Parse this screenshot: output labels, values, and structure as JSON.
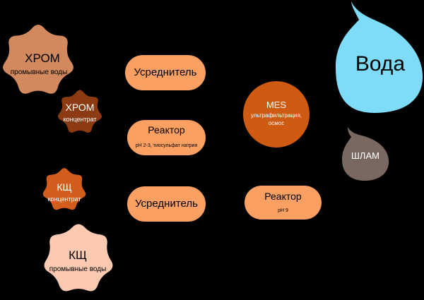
{
  "colors": {
    "background": "#000000",
    "chrome_rinse": "#d2895e",
    "chrome_concentrate": "#8c3a12",
    "kshch_concentrate": "#d35d1c",
    "kshch_rinse": "#fccab0",
    "pill": "#fba063",
    "mes": "#cf5a12",
    "water": "#7fdcf8",
    "sludge": "#786860"
  },
  "nodes": {
    "chrome_rinse": {
      "title": "ХРОМ",
      "subtitle": "промывные воды"
    },
    "chrome_concentrate": {
      "title": "ХРОМ",
      "subtitle": "концентрат"
    },
    "kshch_concentrate": {
      "title": "КЩ",
      "subtitle": "концентрат"
    },
    "kshch_rinse": {
      "title": "КЩ",
      "subtitle": "промывные воды"
    },
    "averager_top": {
      "title": "Усреднитель"
    },
    "reactor_chrome": {
      "title": "Реактор",
      "subtitle": "pH 2-3, тиосульфат натрия"
    },
    "averager_bottom": {
      "title": "Усреднитель"
    },
    "mes": {
      "title": "MES",
      "subtitle_line1": "ультрафильтрация,",
      "subtitle_line2": "осмос"
    },
    "reactor_ph9": {
      "title": "Реактор",
      "subtitle": "pH 9"
    },
    "water": {
      "title": "Вода"
    },
    "sludge": {
      "title": "ШЛАМ"
    }
  }
}
